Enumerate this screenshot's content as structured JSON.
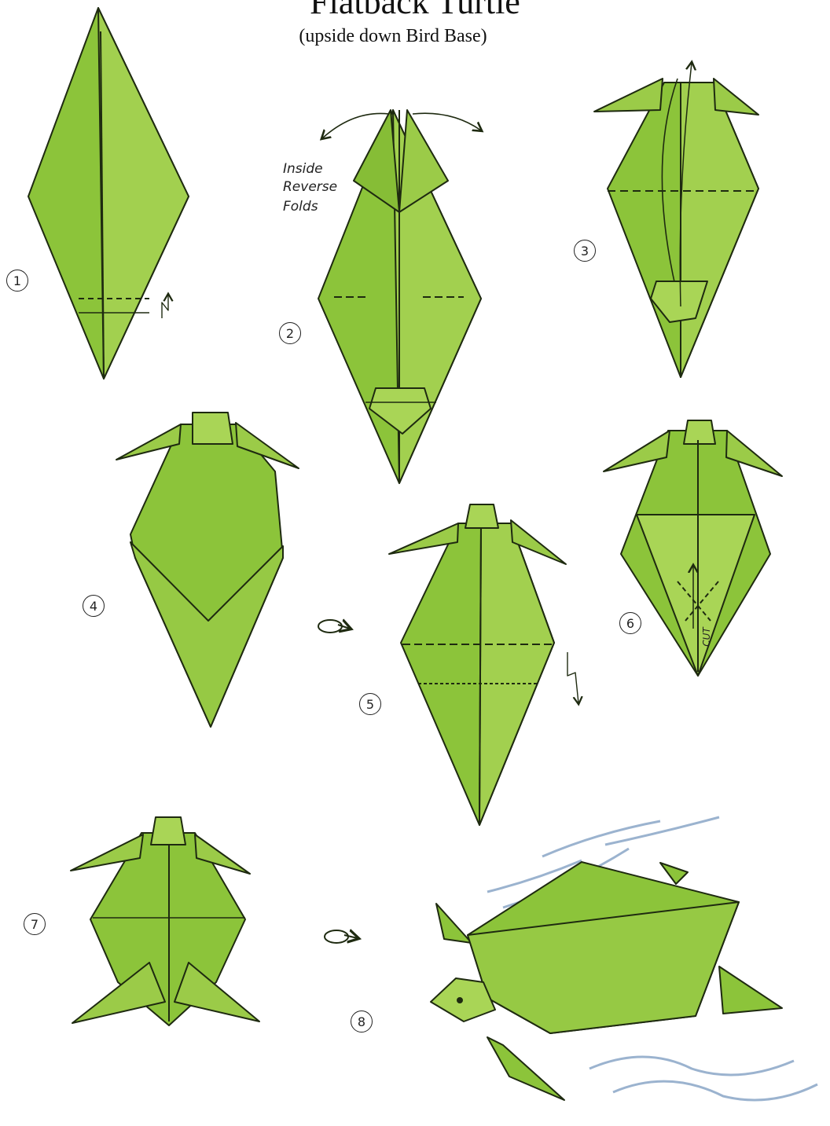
{
  "title": "Flatback Turtle",
  "subtitle": "(upside down Bird Base)",
  "annotations": {
    "inside_reverse": [
      "Inside",
      "Reverse",
      "Folds"
    ],
    "cut": "CUT"
  },
  "steps": [
    {
      "number": "1"
    },
    {
      "number": "2"
    },
    {
      "number": "3"
    },
    {
      "number": "4"
    },
    {
      "number": "5"
    },
    {
      "number": "6"
    },
    {
      "number": "7"
    },
    {
      "number": "8"
    }
  ],
  "colors": {
    "paper": "#8cc43a",
    "paper_light": "#a9d556",
    "paper_dark": "#6ea52a",
    "outline": "#1e2a10",
    "water": "#9bb3cf"
  }
}
